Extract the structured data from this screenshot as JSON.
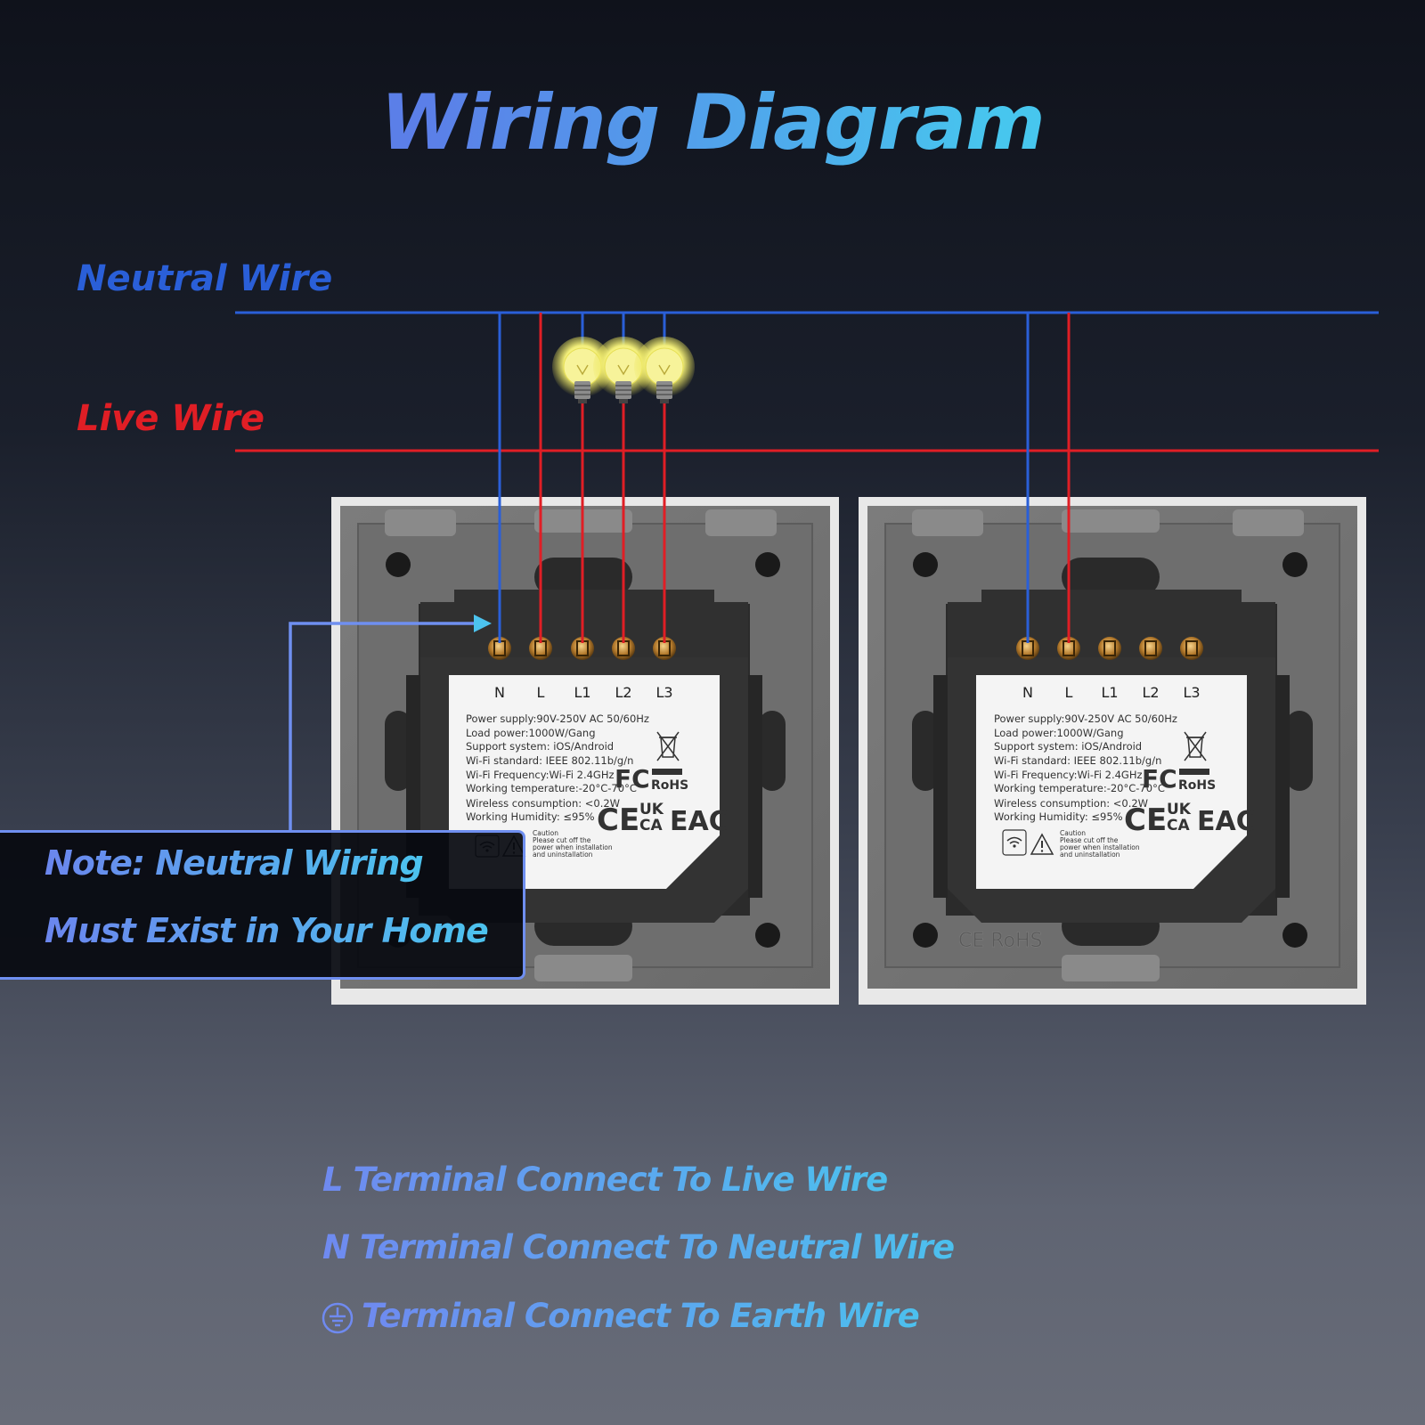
{
  "title": "Wiring Diagram",
  "wires": {
    "neutral_label": "Neutral Wire",
    "live_label": "Live Wire",
    "neutral_color": "#2a5fd8",
    "live_color": "#e01e25"
  },
  "panels": [
    {
      "terminals": [
        "N",
        "L",
        "L1",
        "L2",
        "L3"
      ],
      "specs": [
        "Power supply:90V-250V  AC  50/60Hz",
        "Load power:1000W/Gang",
        "Support system: iOS/Android",
        "Wi-Fi standard: IEEE 802.11b/g/n",
        "Wi-Fi Frequency:Wi-Fi 2.4GHz",
        "Working temperature:-20°C-70°C",
        "Wireless consumption: <0.2W",
        "Working Humidity:  ≤95%"
      ],
      "caution": [
        "Caution",
        "Please cut off the",
        "power when installation",
        "and uninstallation"
      ],
      "marks": {
        "fc": "FC",
        "rohs": "RoHS",
        "ce": "CE",
        "ukca_top": "UK",
        "ukca_bottom": "CA",
        "eac": "EAC"
      }
    },
    {
      "terminals": [
        "N",
        "L",
        "L1",
        "L2",
        "L3"
      ],
      "specs": [
        "Power supply:90V-250V  AC  50/60Hz",
        "Load power:1000W/Gang",
        "Support system: iOS/Android",
        "Wi-Fi standard: IEEE 802.11b/g/n",
        "Wi-Fi Frequency:Wi-Fi 2.4GHz",
        "Working temperature:-20°C-70°C",
        "Wireless consumption: <0.2W",
        "Working Humidity:  ≤95%"
      ],
      "caution": [
        "Caution",
        "Please cut off the",
        "power when installation",
        "and uninstallation"
      ],
      "marks": {
        "fc": "FC",
        "rohs": "RoHS",
        "ce": "CE",
        "ukca_top": "UK",
        "ukca_bottom": "CA",
        "eac": "EAC"
      },
      "back_mark": "CE RoHS"
    }
  ],
  "note": {
    "line1": "Note: Neutral Wiring",
    "line2": "Must Exist in Your Home"
  },
  "legend": [
    "L Terminal Connect To Live Wire",
    "N Terminal Connect To Neutral Wire",
    "Terminal Connect To Earth Wire"
  ],
  "icons": {
    "bulb": "light-bulb-icon",
    "earth": "earth-ground-icon",
    "wifi": "wifi-icon",
    "warning": "warning-icon",
    "recycle": "crossed-bin-icon"
  }
}
